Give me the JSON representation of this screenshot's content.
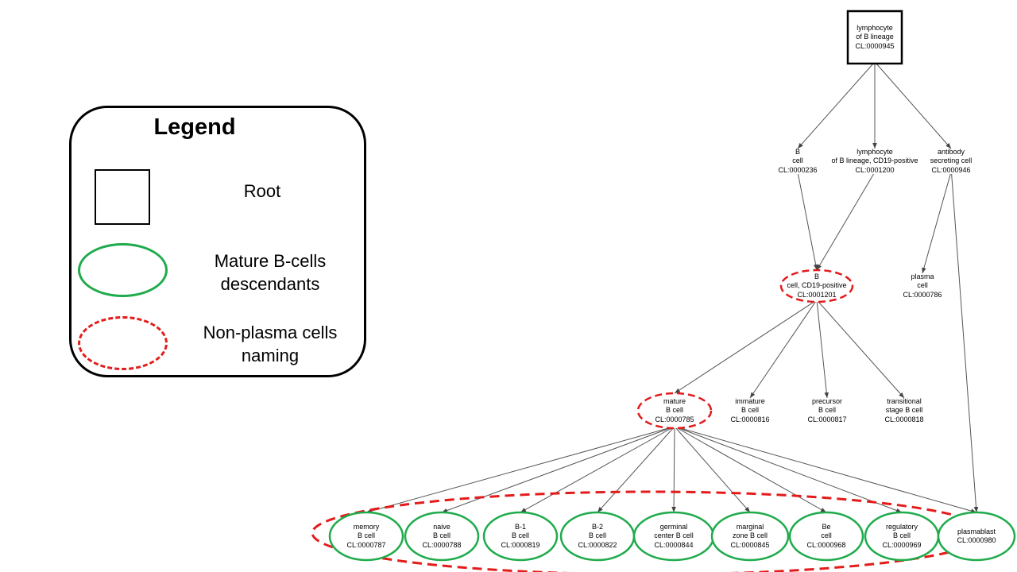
{
  "legend": {
    "title": "Legend",
    "root_label": "Root",
    "mature_label": "Mature B-cells\ndescendants",
    "nonplasma_label": "Non-plasma cells\nnaming",
    "colors": {
      "root": "#000000",
      "mature": "#1fab4b",
      "nonplasma": "#e31b1b"
    }
  },
  "nodes": [
    {
      "id": "lymphocyte_b_lineage",
      "text": "lymphocyte\nof B lineage\nCL:0000945"
    },
    {
      "id": "b_cell",
      "text": "B\ncell\nCL:0000236"
    },
    {
      "id": "lymphocyte_cd19",
      "text": "lymphocyte\nof B lineage, CD19-positive\nCL:0001200"
    },
    {
      "id": "antibody_secreting",
      "text": "antibody\nsecreting cell\nCL:0000946"
    },
    {
      "id": "b_cell_cd19",
      "text": "B\ncell, CD19-positive\nCL:0001201"
    },
    {
      "id": "plasma_cell",
      "text": "plasma\ncell\nCL:0000786"
    },
    {
      "id": "mature_b",
      "text": "mature\nB cell\nCL:0000785"
    },
    {
      "id": "immature_b",
      "text": "immature\nB cell\nCL:0000816"
    },
    {
      "id": "precursor_b",
      "text": "precursor\nB cell\nCL:0000817"
    },
    {
      "id": "transitional_b",
      "text": "transitional\nstage B cell\nCL:0000818"
    },
    {
      "id": "memory_b",
      "text": "memory\nB cell\nCL:0000787"
    },
    {
      "id": "naive_b",
      "text": "naive\nB cell\nCL:0000788"
    },
    {
      "id": "b1_cell",
      "text": "B-1\nB cell\nCL:0000819"
    },
    {
      "id": "b2_cell",
      "text": "B-2\nB cell\nCL:0000822"
    },
    {
      "id": "germinal_center_b",
      "text": "germinal\ncenter B cell\nCL:0000844"
    },
    {
      "id": "marginal_zone_b",
      "text": "marginal\nzone B cell\nCL:0000845"
    },
    {
      "id": "be_cell",
      "text": "Be\ncell\nCL:0000968"
    },
    {
      "id": "regulatory_b",
      "text": "regulatory\nB cell\nCL:0000969"
    },
    {
      "id": "plasmablast",
      "text": "plasmablast\nCL:0000980"
    }
  ],
  "edges": [
    [
      "lymphocyte_b_lineage",
      "b_cell"
    ],
    [
      "lymphocyte_b_lineage",
      "lymphocyte_cd19"
    ],
    [
      "lymphocyte_b_lineage",
      "antibody_secreting"
    ],
    [
      "b_cell",
      "b_cell_cd19"
    ],
    [
      "lymphocyte_cd19",
      "b_cell_cd19"
    ],
    [
      "antibody_secreting",
      "plasma_cell"
    ],
    [
      "antibody_secreting",
      "plasmablast"
    ],
    [
      "b_cell_cd19",
      "mature_b"
    ],
    [
      "b_cell_cd19",
      "immature_b"
    ],
    [
      "b_cell_cd19",
      "precursor_b"
    ],
    [
      "b_cell_cd19",
      "transitional_b"
    ],
    [
      "mature_b",
      "memory_b"
    ],
    [
      "mature_b",
      "naive_b"
    ],
    [
      "mature_b",
      "b1_cell"
    ],
    [
      "mature_b",
      "b2_cell"
    ],
    [
      "mature_b",
      "germinal_center_b"
    ],
    [
      "mature_b",
      "marginal_zone_b"
    ],
    [
      "mature_b",
      "be_cell"
    ],
    [
      "mature_b",
      "regulatory_b"
    ],
    [
      "mature_b",
      "plasmablast"
    ]
  ]
}
